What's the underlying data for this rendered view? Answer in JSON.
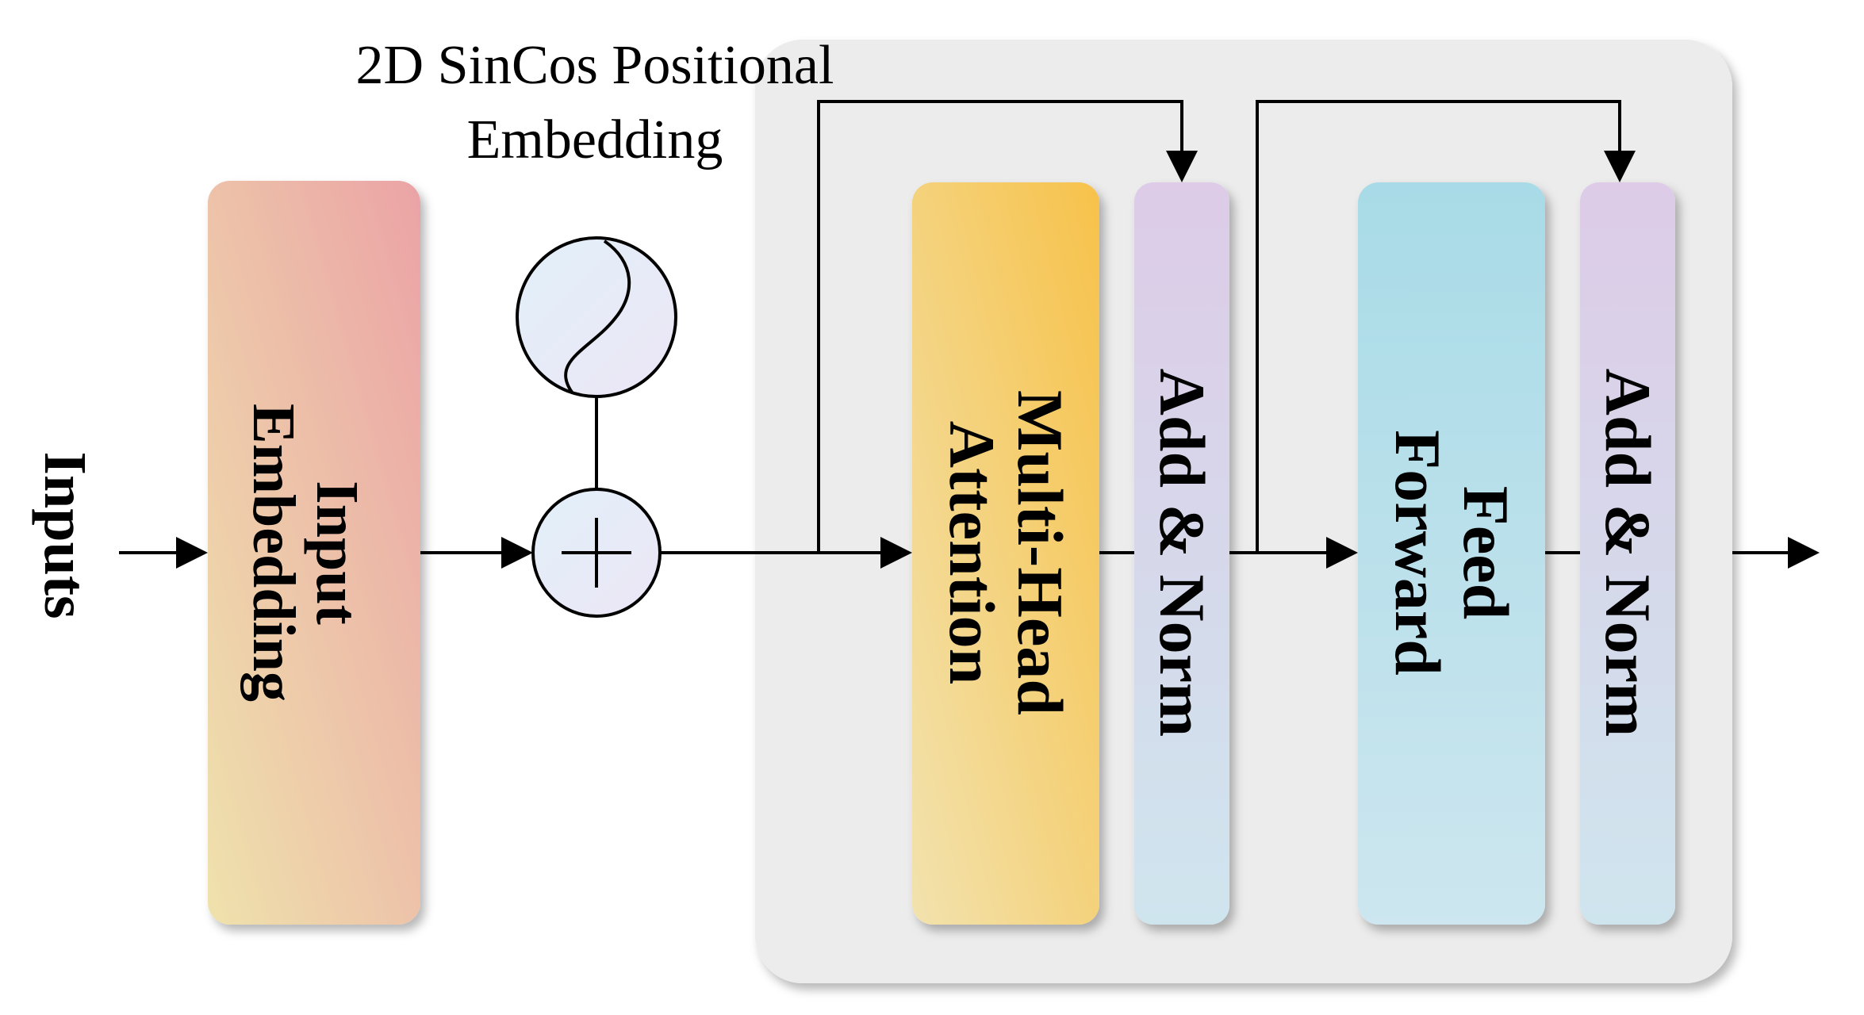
{
  "diagram": {
    "inputs_label": "Inputs",
    "input_embedding_label": "Input\nEmbedding",
    "positional_label": "2D SinCos Positional\nEmbedding",
    "mha_label": "Multi-Head\nAttention",
    "add_norm_1_label": "Add & Norm",
    "ff_label": "Feed\nForward",
    "add_norm_2_label": "Add & Norm"
  },
  "colors": {
    "encoder_bg": "#ececec",
    "input_embed_top": "#eba3a6",
    "input_embed_bottom": "#efe2ac",
    "mha_top": "#f7c24a",
    "mha_bottom": "#f2e2ae",
    "addnorm_top": "#ddcbe7",
    "addnorm_bottom": "#cfe5ee",
    "ff_top": "#a8dbe7",
    "ff_bottom": "#cde6ef",
    "line": "#000000"
  },
  "icons": {
    "positional": "sine-wave-icon",
    "add": "plus-icon"
  }
}
